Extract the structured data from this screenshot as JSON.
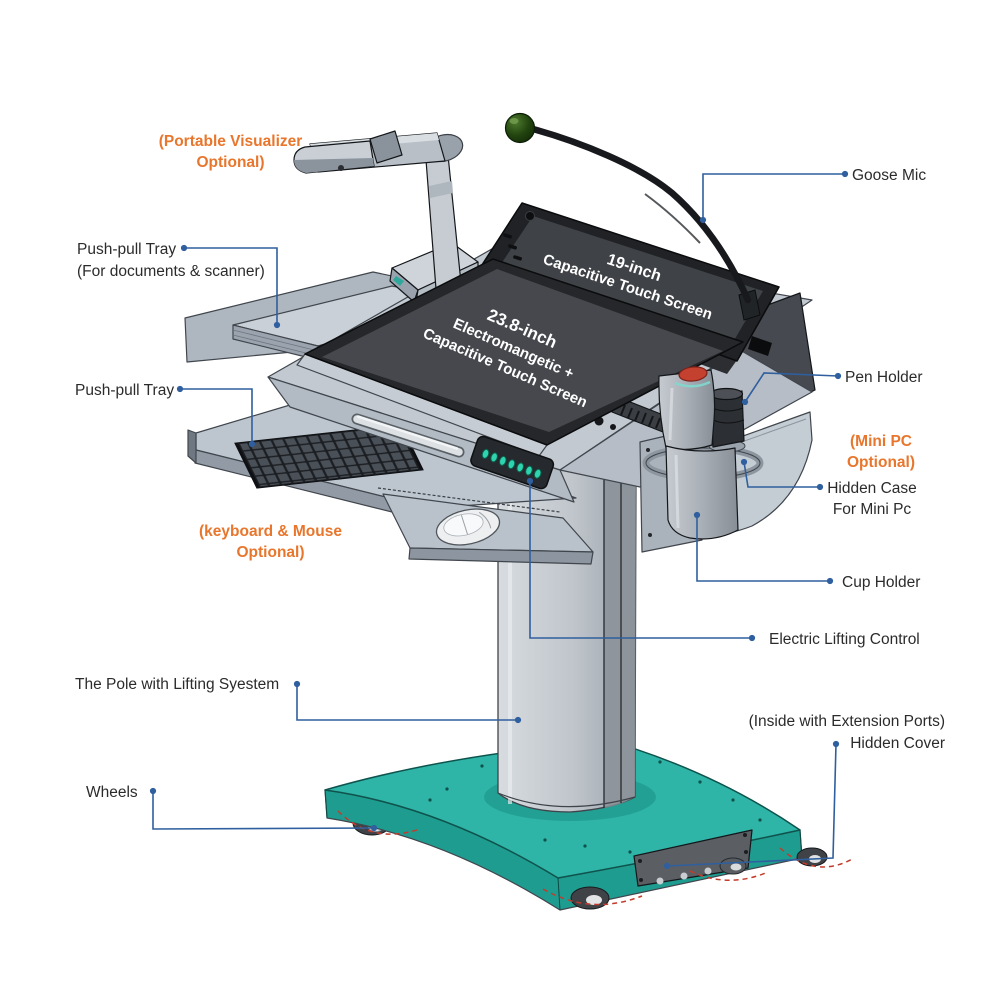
{
  "labels": {
    "portable_visualizer": {
      "line1": "(Portable Visualizer",
      "line2": "Optional)"
    },
    "tray_documents": {
      "line1": "Push-pull Tray",
      "line2": "(For documents & scanner)"
    },
    "goose_mic": {
      "text": "Goose Mic"
    },
    "tray_keyboard": {
      "text": "Push-pull Tray"
    },
    "keyboard_mouse": {
      "line1": "(keyboard & Mouse",
      "line2": "Optional)"
    },
    "pen_holder": {
      "text": "Pen Holder"
    },
    "mini_pc": {
      "line1": "(Mini PC",
      "line2": "Optional)"
    },
    "hidden_case": {
      "line1": "Hidden Case",
      "line2": "For Mini Pc"
    },
    "cup_holder": {
      "text": "Cup Holder"
    },
    "electric_lifting_control": {
      "text": "Electric Lifting Control"
    },
    "pole": {
      "text": "The Pole with Lifting Syestem"
    },
    "wheels": {
      "text": "Wheels"
    },
    "extension_ports": {
      "text": "(Inside with Extension Ports)"
    },
    "hidden_cover": {
      "text": "Hidden Cover"
    }
  },
  "screens": {
    "rear": {
      "size": "19-inch",
      "line2": "Capacitive Touch Screen"
    },
    "main": {
      "size": "23.8-inch",
      "line2": "Electromangetic +",
      "line3": "Capacitive Touch Screen"
    }
  },
  "colors": {
    "label_text": "#2b2b2b",
    "optional_orange": "#E8762C",
    "leader_blue": "#2F5F9E",
    "base_teal": "#2FB4A8",
    "screen_text": "#FFFFFF"
  }
}
